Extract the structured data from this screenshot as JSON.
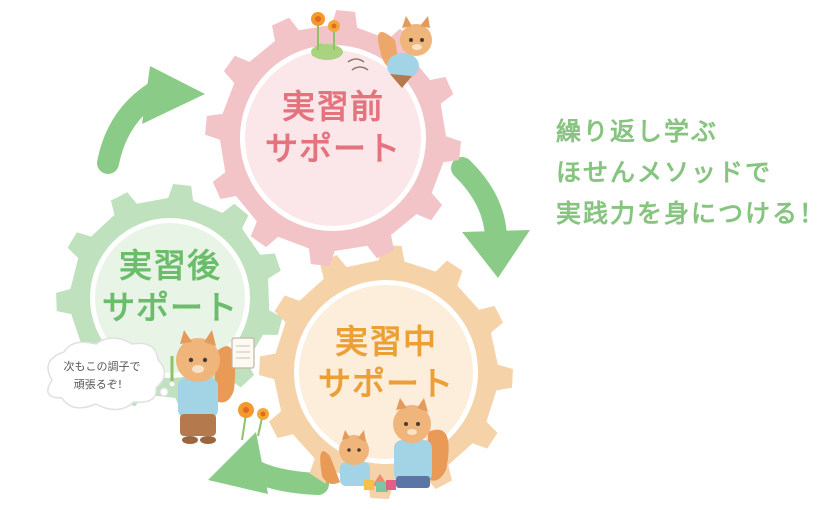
{
  "gears": [
    {
      "id": "before",
      "line1": "実習前",
      "line2": "サポート",
      "outer_color": "#f2c3c7",
      "inner_color": "#fbe7e9",
      "text_color": "#e3737c"
    },
    {
      "id": "after",
      "line1": "実習後",
      "line2": "サポート",
      "outer_color": "#bfe1bd",
      "inner_color": "#e8f5e6",
      "text_color": "#6cbd6b"
    },
    {
      "id": "during",
      "line1": "実習中",
      "line2": "サポート",
      "outer_color": "#f6d2a8",
      "inner_color": "#fdeedb",
      "text_color": "#eb9f34"
    }
  ],
  "tagline": {
    "lines": [
      "繰り返し学ぶ",
      "ほせんメソッドで",
      "実践力を身につける！"
    ],
    "color": "#86c480"
  },
  "speech_bubble": {
    "lines": [
      "次もこの調子で",
      "頑張るぞ!"
    ]
  },
  "arrow_color": "#8acc87",
  "icons": [
    "squirrel-icon",
    "flower-icon",
    "clipboard-icon",
    "building-blocks-icon"
  ]
}
